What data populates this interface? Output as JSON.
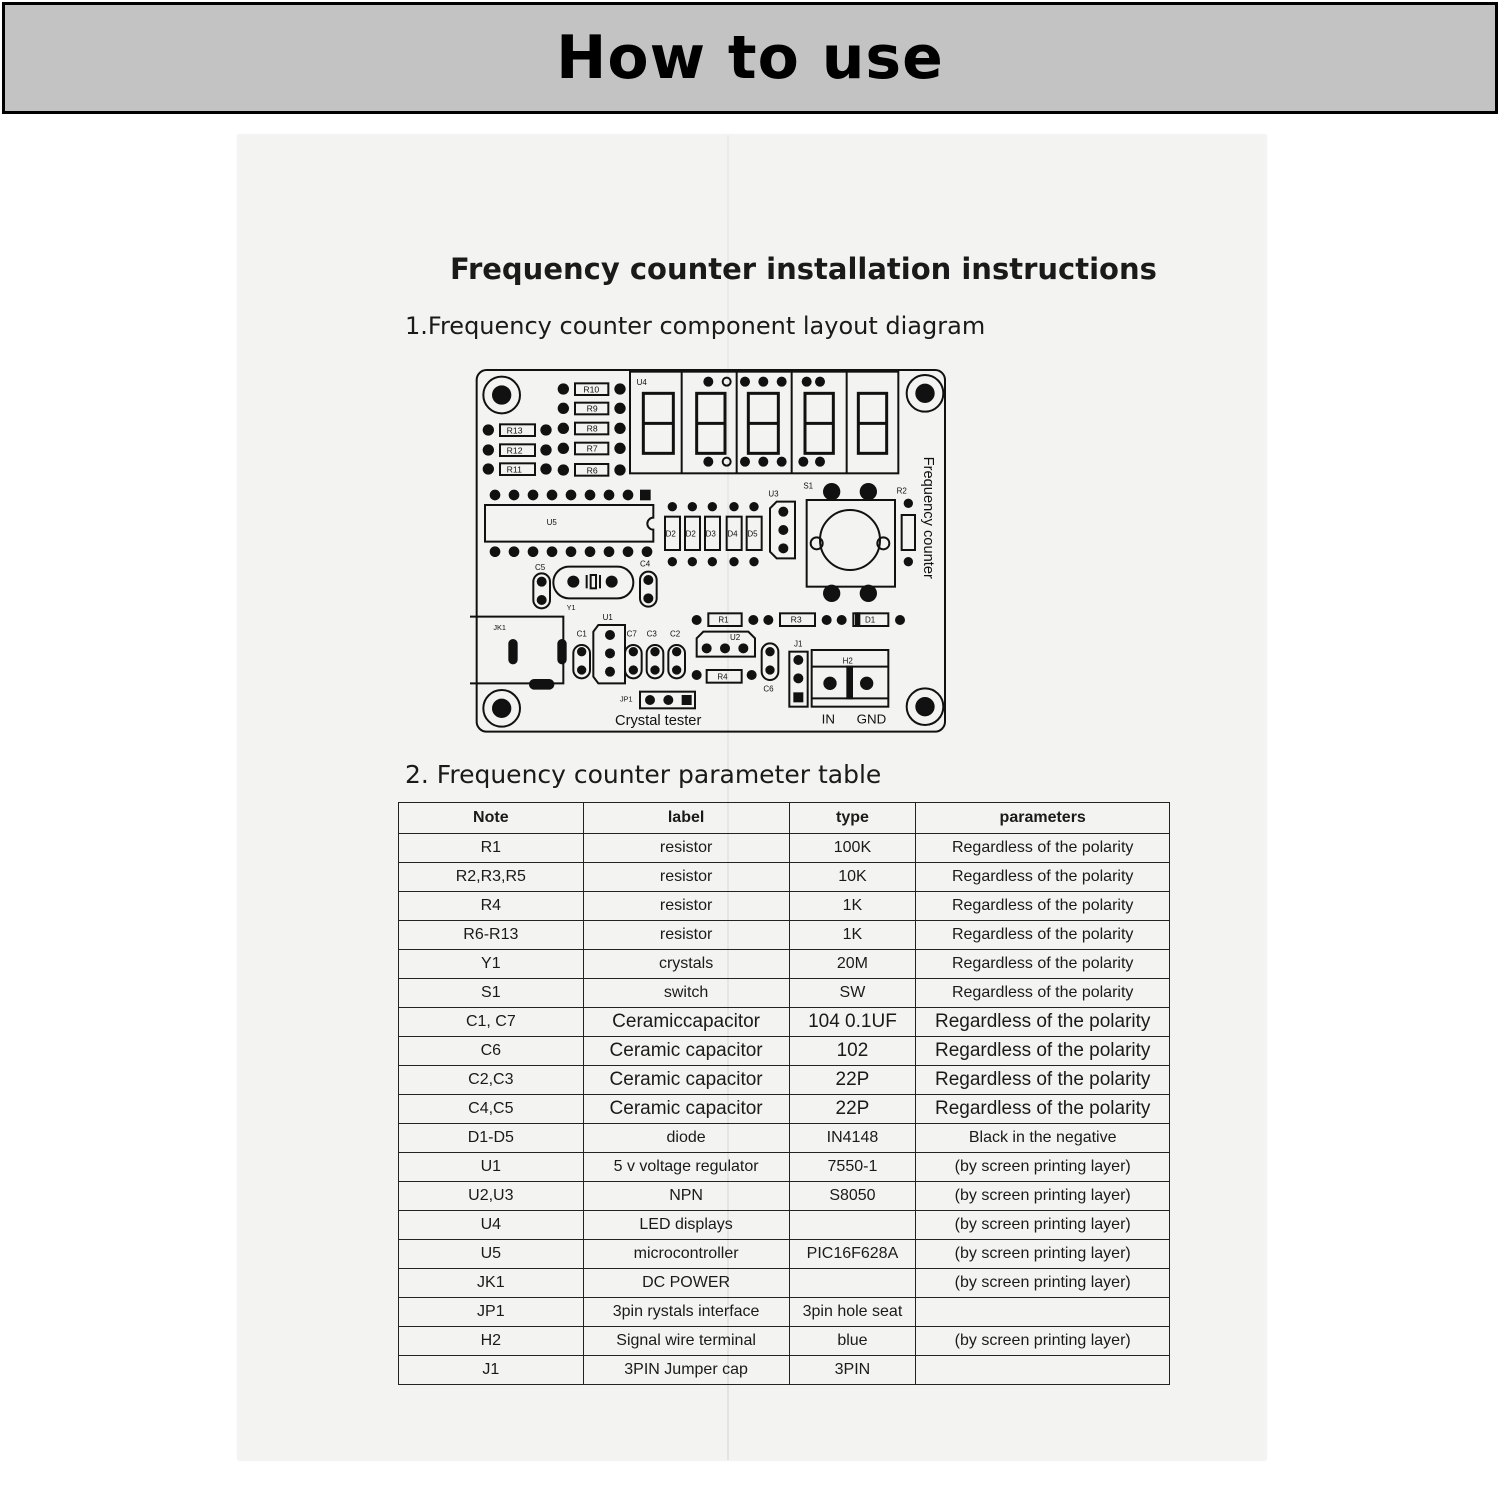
{
  "header": {
    "title": "How to use"
  },
  "document": {
    "title": "Frequency counter installation instructions",
    "section1": "1.Frequency counter component layout diagram",
    "section2": "2.  Frequency counter parameter table"
  },
  "pcb": {
    "labels": {
      "r10": "R10",
      "r9": "R9",
      "r8": "R8",
      "r7": "R7",
      "r6": "R6",
      "r13": "R13",
      "r12": "R12",
      "r11": "R11",
      "u4": "U4",
      "u5": "U5",
      "u3": "U3",
      "s1": "S1",
      "r2": "R2",
      "d1": "D1",
      "d2": "D2",
      "d3": "D3",
      "d4": "D4",
      "d5": "D5",
      "d_first": "D2",
      "c5": "C5",
      "c4": "C4",
      "y1": "Y1",
      "jk1": "JK1",
      "u1": "U1",
      "c1": "C1",
      "c7": "C7",
      "c3": "C3",
      "c2": "C2",
      "r1": "R1",
      "r3": "R3",
      "u2": "U2",
      "r4": "R4",
      "c6": "C6",
      "j1": "J1",
      "h2": "H2",
      "jp1": "JP1",
      "crystal_tester": "Crystal tester",
      "in": "IN",
      "gnd": "GND",
      "board_name": "Frequency counter"
    }
  },
  "table": {
    "headers": [
      "Note",
      "label",
      "type",
      "parameters"
    ],
    "rows": [
      [
        "R1",
        "resistor",
        "100K",
        "Regardless of the polarity"
      ],
      [
        "R2,R3,R5",
        "resistor",
        "10K",
        "Regardless of the polarity"
      ],
      [
        "R4",
        "resistor",
        "1K",
        "Regardless of the polarity"
      ],
      [
        "R6-R13",
        "resistor",
        "1K",
        "Regardless of the polarity"
      ],
      [
        "Y1",
        "crystals",
        "20M",
        "Regardless of the polarity"
      ],
      [
        "S1",
        "switch",
        "SW",
        "Regardless of the polarity"
      ],
      [
        "C1, C7",
        "Ceramiccapacitor",
        "104 0.1UF",
        "Regardless of the polarity"
      ],
      [
        "C6",
        "Ceramic capacitor",
        "102",
        "Regardless of the polarity"
      ],
      [
        "C2,C3",
        "Ceramic capacitor",
        "22P",
        "Regardless of the polarity"
      ],
      [
        "C4,C5",
        "Ceramic capacitor",
        "22P",
        "Regardless of the polarity"
      ],
      [
        "D1-D5",
        "diode",
        "IN4148",
        "Black in the negative"
      ],
      [
        "U1",
        "5 v voltage regulator",
        "7550-1",
        "(by screen printing layer)"
      ],
      [
        "U2,U3",
        "NPN",
        "S8050",
        "(by screen printing layer)"
      ],
      [
        "U4",
        "LED displays",
        "",
        "(by screen printing layer)"
      ],
      [
        "U5",
        "microcontroller",
        "PIC16F628A",
        "(by screen printing layer)"
      ],
      [
        "JK1",
        "DC POWER",
        "",
        "(by screen printing layer)"
      ],
      [
        "JP1",
        "3pin rystals interface",
        "3pin hole seat",
        ""
      ],
      [
        "H2",
        "Signal wire terminal",
        "blue",
        "(by screen printing layer)"
      ],
      [
        "J1",
        "3PIN Jumper cap",
        "3PIN",
        ""
      ]
    ]
  }
}
